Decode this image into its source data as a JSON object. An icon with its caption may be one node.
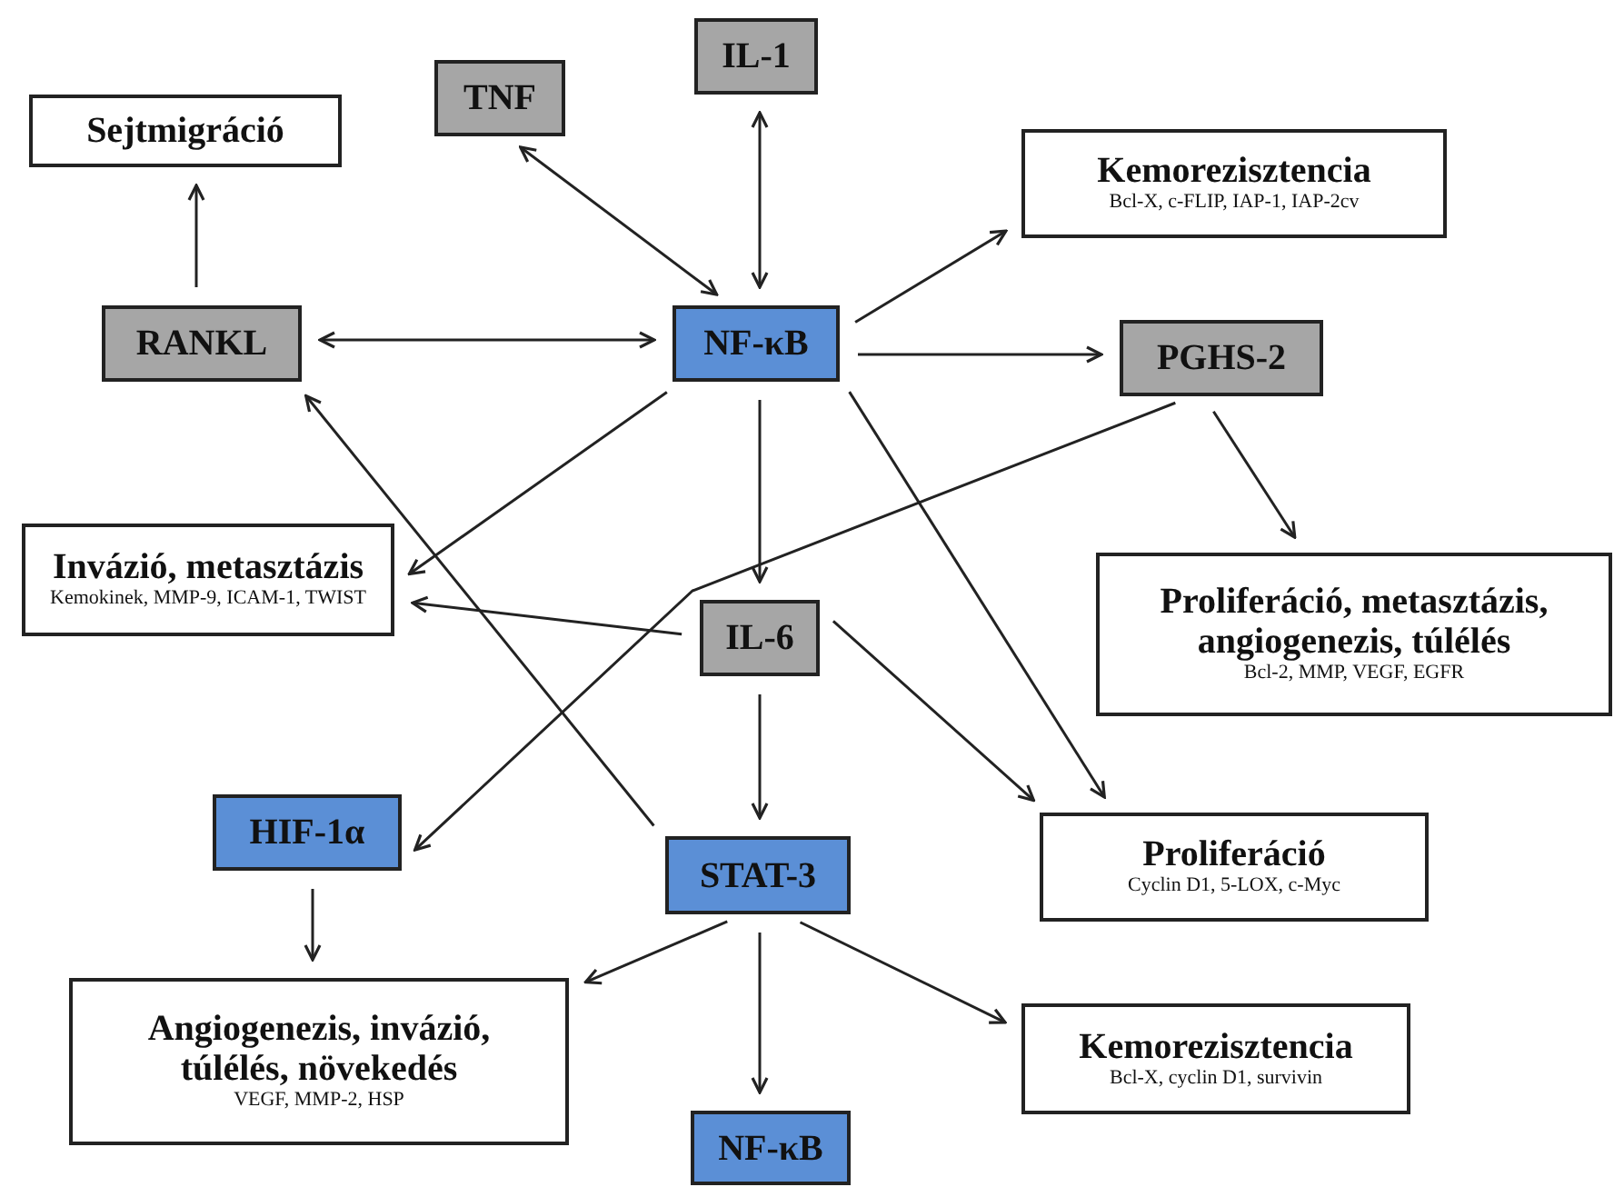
{
  "diagram": {
    "nodes": [
      {
        "text": [
          "IL-1"
        ]
      },
      {
        "text": [
          "TNF"
        ]
      },
      {
        "text": [
          "Sejtmigráció"
        ]
      },
      {
        "text": [
          "Kemorezisztencia",
          "Bcl-X, c-FLIP, IAP-1, IAP-2cv"
        ]
      },
      {
        "text": [
          "RANKL"
        ]
      },
      {
        "text": [
          "NF-κB"
        ]
      },
      {
        "text": [
          "PGHS-2"
        ]
      },
      {
        "text": [
          "Invázió, metasztázis",
          "Kemokinek, MMP-9, ICAM-1, TWIST"
        ]
      },
      {
        "text": [
          "IL-6"
        ]
      },
      {
        "text": [
          "Proliferáció, metasztázis, angiogenezis, túlélés",
          "Bcl-2, MMP, VEGF, EGFR"
        ]
      },
      {
        "text": [
          "HIF-1α"
        ]
      },
      {
        "text": [
          "STAT-3"
        ]
      },
      {
        "text": [
          "Proliferáció",
          "Cyclin D1, 5-LOX, c-Myc"
        ]
      },
      {
        "text": [
          "Angiogenezis, invázió, túlélés, növekedés",
          "VEGF, MMP-2, HSP"
        ]
      },
      {
        "text": [
          "Kemorezisztencia",
          "Bcl-X, cyclin D1, survivin"
        ]
      },
      {
        "text": [
          "NF-κB"
        ]
      }
    ],
    "edges": [
      {
        "from": 5,
        "to": 0,
        "arrow": "both"
      },
      {
        "from": 5,
        "to": 1,
        "arrow": "both"
      },
      {
        "from": 4,
        "to": 2,
        "arrow": "to"
      },
      {
        "from": 5,
        "to": 4,
        "arrow": "both"
      },
      {
        "from": 5,
        "to": 3,
        "arrow": "to"
      },
      {
        "from": 5,
        "to": 6,
        "arrow": "to"
      },
      {
        "from": 5,
        "to": 7,
        "arrow": "to"
      },
      {
        "from": 5,
        "to": 8,
        "arrow": "to"
      },
      {
        "from": 5,
        "to": 12,
        "arrow": "to"
      },
      {
        "from": 6,
        "to": 9,
        "arrow": "to"
      },
      {
        "from": 6,
        "to": 10,
        "arrow": "to"
      },
      {
        "from": 11,
        "to": 4,
        "arrow": "to"
      },
      {
        "from": 8,
        "to": 7,
        "arrow": "to"
      },
      {
        "from": 8,
        "to": 11,
        "arrow": "to"
      },
      {
        "from": 8,
        "to": 12,
        "arrow": "to"
      },
      {
        "from": 10,
        "to": 13,
        "arrow": "to"
      },
      {
        "from": 11,
        "to": 13,
        "arrow": "to"
      },
      {
        "from": 11,
        "to": 15,
        "arrow": "to"
      },
      {
        "from": 11,
        "to": 14,
        "arrow": "to"
      }
    ]
  }
}
